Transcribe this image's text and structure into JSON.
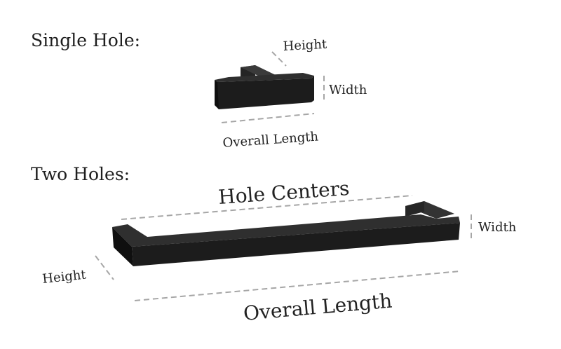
{
  "sections": {
    "single_hole": {
      "heading": "Single Hole:",
      "labels": {
        "height": "Height",
        "width": "Width",
        "overall_length": "Overall Length"
      }
    },
    "two_holes": {
      "heading": "Two Holes:",
      "labels": {
        "hole_centers": "Hole Centers",
        "width": "Width",
        "height": "Height",
        "overall_length": "Overall Length"
      }
    }
  },
  "colors": {
    "handle_top": "#2f2f2f",
    "handle_front": "#1c1c1c",
    "handle_end": "#111111",
    "dimension_line": "#a6a6a6",
    "text": "#222222"
  }
}
